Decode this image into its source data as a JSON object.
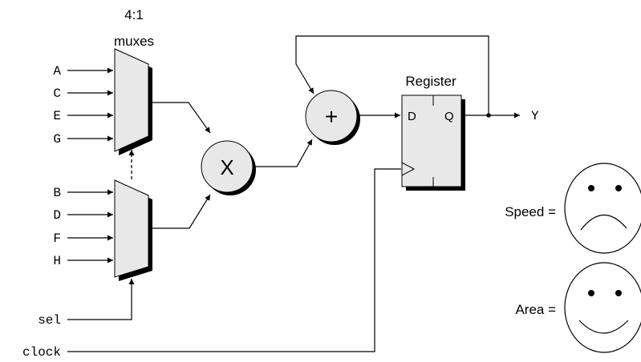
{
  "mux_caption": {
    "line1": "4:1",
    "line2": "muxes"
  },
  "mux_top_inputs": [
    "A",
    "C",
    "E",
    "G"
  ],
  "mux_bottom_inputs": [
    "B",
    "D",
    "F",
    "H"
  ],
  "sel_label": "sel",
  "clock_label": "clock",
  "multiplier_symbol": "X",
  "adder_symbol": "+",
  "register": {
    "title": "Register",
    "d_port": "D",
    "q_port": "Q"
  },
  "output_label": "Y",
  "speed_label": "Speed =",
  "area_label": "Area =",
  "faces": {
    "speed": "sad-face-icon",
    "area": "happy-face-icon"
  }
}
